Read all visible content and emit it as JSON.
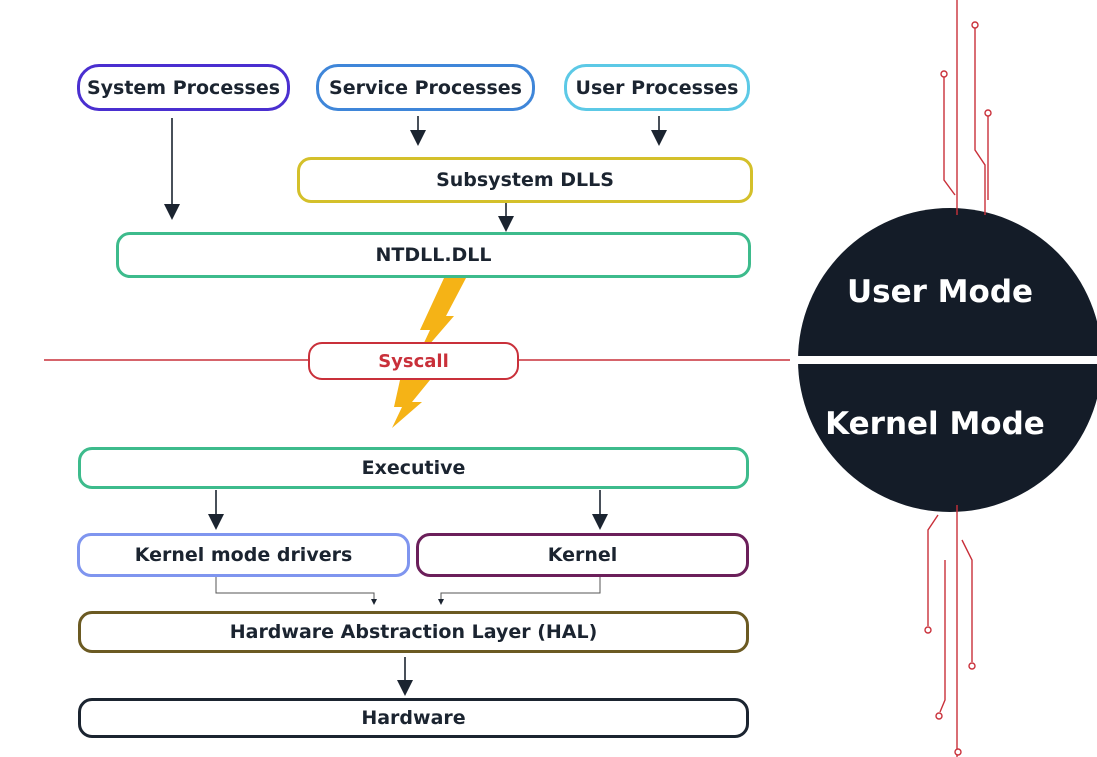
{
  "processes": {
    "system": "System Processes",
    "service": "Service Processes",
    "user": "User Processes"
  },
  "layers": {
    "subsystem_dlls": "Subsystem DLLS",
    "ntdll": "NTDLL.DLL",
    "syscall": "Syscall",
    "executive": "Executive",
    "kernel_mode_drivers": "Kernel mode drivers",
    "kernel": "Kernel",
    "hal": "Hardware Abstraction Layer (HAL)",
    "hardware": "Hardware"
  },
  "modes": {
    "user": "User Mode",
    "kernel": "Kernel Mode"
  },
  "colors": {
    "system_border": "#4a2fd0",
    "service_border": "#3f86d9",
    "user_border": "#5cc9e6",
    "subsystem_border": "#d4c02a",
    "ntdll_border": "#3dbb8c",
    "syscall_border": "#c9303a",
    "syscall_text": "#c9303a",
    "executive_border": "#3dbb8c",
    "drivers_border": "#7f95ef",
    "kernel_border": "#6b1f5a",
    "hal_border": "#6b5a22",
    "hardware_border": "#1b2430",
    "mode_circle": "#141c28",
    "divider_line": "#c9303a",
    "bolt": "#f5b316"
  },
  "icons": {
    "bolt": "lightning-bolt-icon",
    "circuit": "circuit-traces-icon"
  }
}
